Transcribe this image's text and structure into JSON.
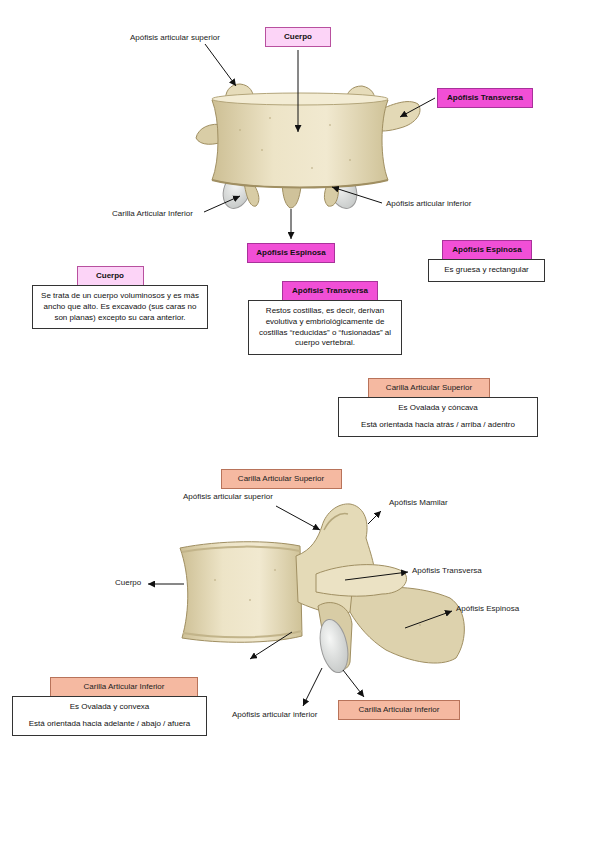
{
  "diagram": {
    "nodes": [
      {
        "text": [
          "Cuerpo"
        ]
      },
      {
        "text": [
          "Apófisis Transversa"
        ]
      },
      {
        "text": [
          "Apófisis Espinosa"
        ]
      },
      {
        "text": [
          "Apófisis Espinosa"
        ]
      },
      {
        "text": [
          "Es gruesa y rectangular"
        ]
      },
      {
        "text": [
          "Cuerpo"
        ]
      },
      {
        "text": [
          "Se trata de un cuerpo voluminosos y es más ancho que alto. Es excavado (sus caras no son planas) excepto su cara anterior."
        ]
      },
      {
        "text": [
          "Apófisis Transversa"
        ]
      },
      {
        "text": [
          "Restos costillas, es decir, derivan evolutiva y embriológicamente de costillas “reducidas” o “fusionadas” al cuerpo vertebral."
        ]
      },
      {
        "text": [
          "Carilla Articular Superior"
        ]
      },
      {
        "text": [
          "Es Ovalada y cóncava",
          "Está orientada hacia atrás / arriba / adentro"
        ]
      },
      {
        "text": [
          "Carilla Articular Superior"
        ]
      },
      {
        "text": [
          "Carilla Articular Inferior"
        ]
      },
      {
        "text": [
          "Es Ovalada y convexa",
          "Está orientada hacia adelante / abajo / afuera"
        ]
      },
      {
        "text": [
          "Carilla Articular Inferior"
        ]
      }
    ],
    "labels": [
      "Apófisis articular superior",
      "Apófisis articular inferior",
      "Carilla Articular Inferior",
      "Apófisis articular superior",
      "Apófisis Mamilar",
      "Apófisis Transversa",
      "Cuerpo",
      "Apófisis Espinosa",
      "Apófisis articular inferior"
    ]
  }
}
